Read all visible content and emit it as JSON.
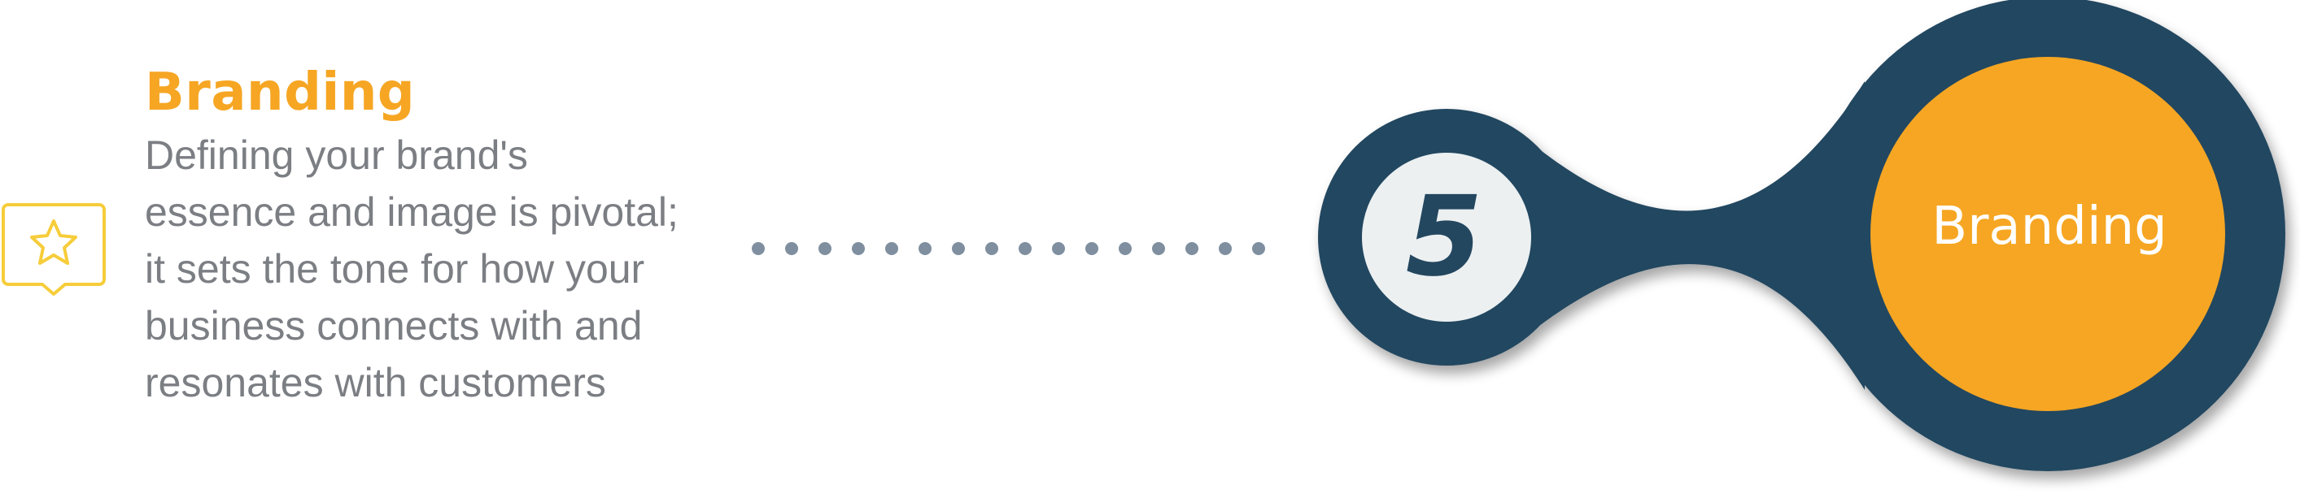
{
  "section": {
    "title": "Branding",
    "description_lines": [
      "Defining your brand's",
      "essence and image is pivotal;",
      "it sets the tone for how your",
      "business connects with and",
      "resonates with customers"
    ]
  },
  "step": {
    "number": "5",
    "label": "Branding"
  },
  "icons": {
    "badge": "star-icon"
  },
  "colors": {
    "accent_orange": "#f6a623",
    "navy": "#244760",
    "light_circle": "#ecf0f1",
    "dot_gray": "#7f8fa0",
    "text_gray": "#7b7e83",
    "icon_yellow": "#f6cd3a"
  }
}
